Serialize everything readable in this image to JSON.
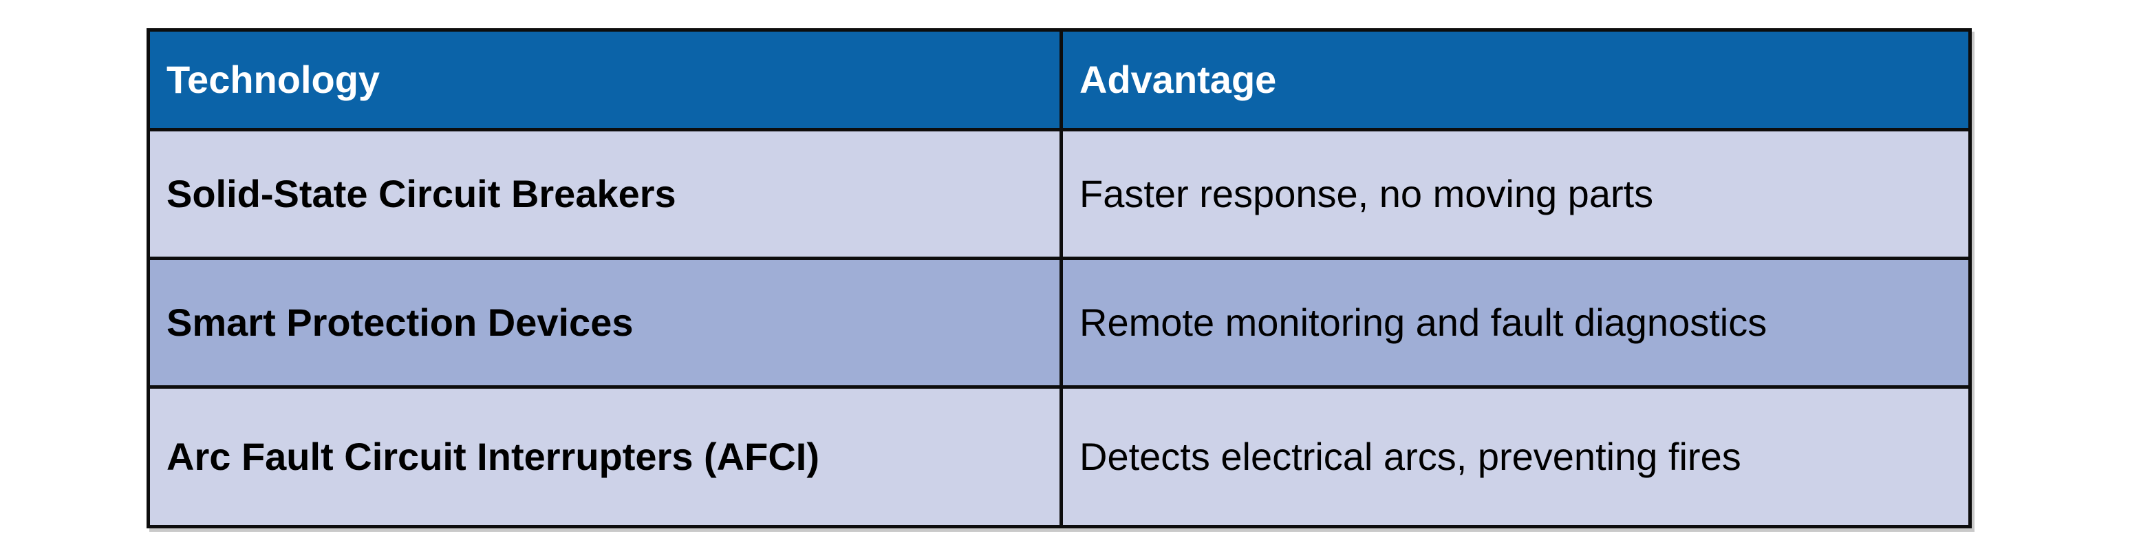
{
  "table": {
    "columns": [
      {
        "label": "Technology"
      },
      {
        "label": "Advantage"
      }
    ],
    "rows": [
      {
        "technology": "Solid-State Circuit Breakers",
        "advantage": "Faster response, no moving parts"
      },
      {
        "technology": "Smart Protection Devices",
        "advantage": "Remote monitoring and fault diagnostics"
      },
      {
        "technology": "Arc Fault Circuit Interrupters (AFCI)",
        "advantage": "Detects electrical arcs, preventing fires"
      }
    ],
    "colors": {
      "header_bg": "#0B63A8",
      "header_text": "#FFFFFF",
      "row_light_bg": "#CDD2E8",
      "row_dark_bg": "#9FAED6",
      "body_text": "#000000",
      "border": "#0D0D0D"
    }
  },
  "chart_data": {
    "type": "table",
    "title": "",
    "columns": [
      "Technology",
      "Advantage"
    ],
    "rows": [
      [
        "Solid-State Circuit Breakers",
        "Faster response, no moving parts"
      ],
      [
        "Smart Protection Devices",
        "Remote monitoring and fault diagnostics"
      ],
      [
        "Arc Fault Circuit Interrupters (AFCI)",
        "Detects electrical arcs, preventing fires"
      ]
    ],
    "layout_hints": {
      "header_style": "blue background, white bold text",
      "row_striping": "alternating light lavender and darker periwinkle",
      "first_column_bold": true,
      "grid": "thick black borders"
    }
  }
}
